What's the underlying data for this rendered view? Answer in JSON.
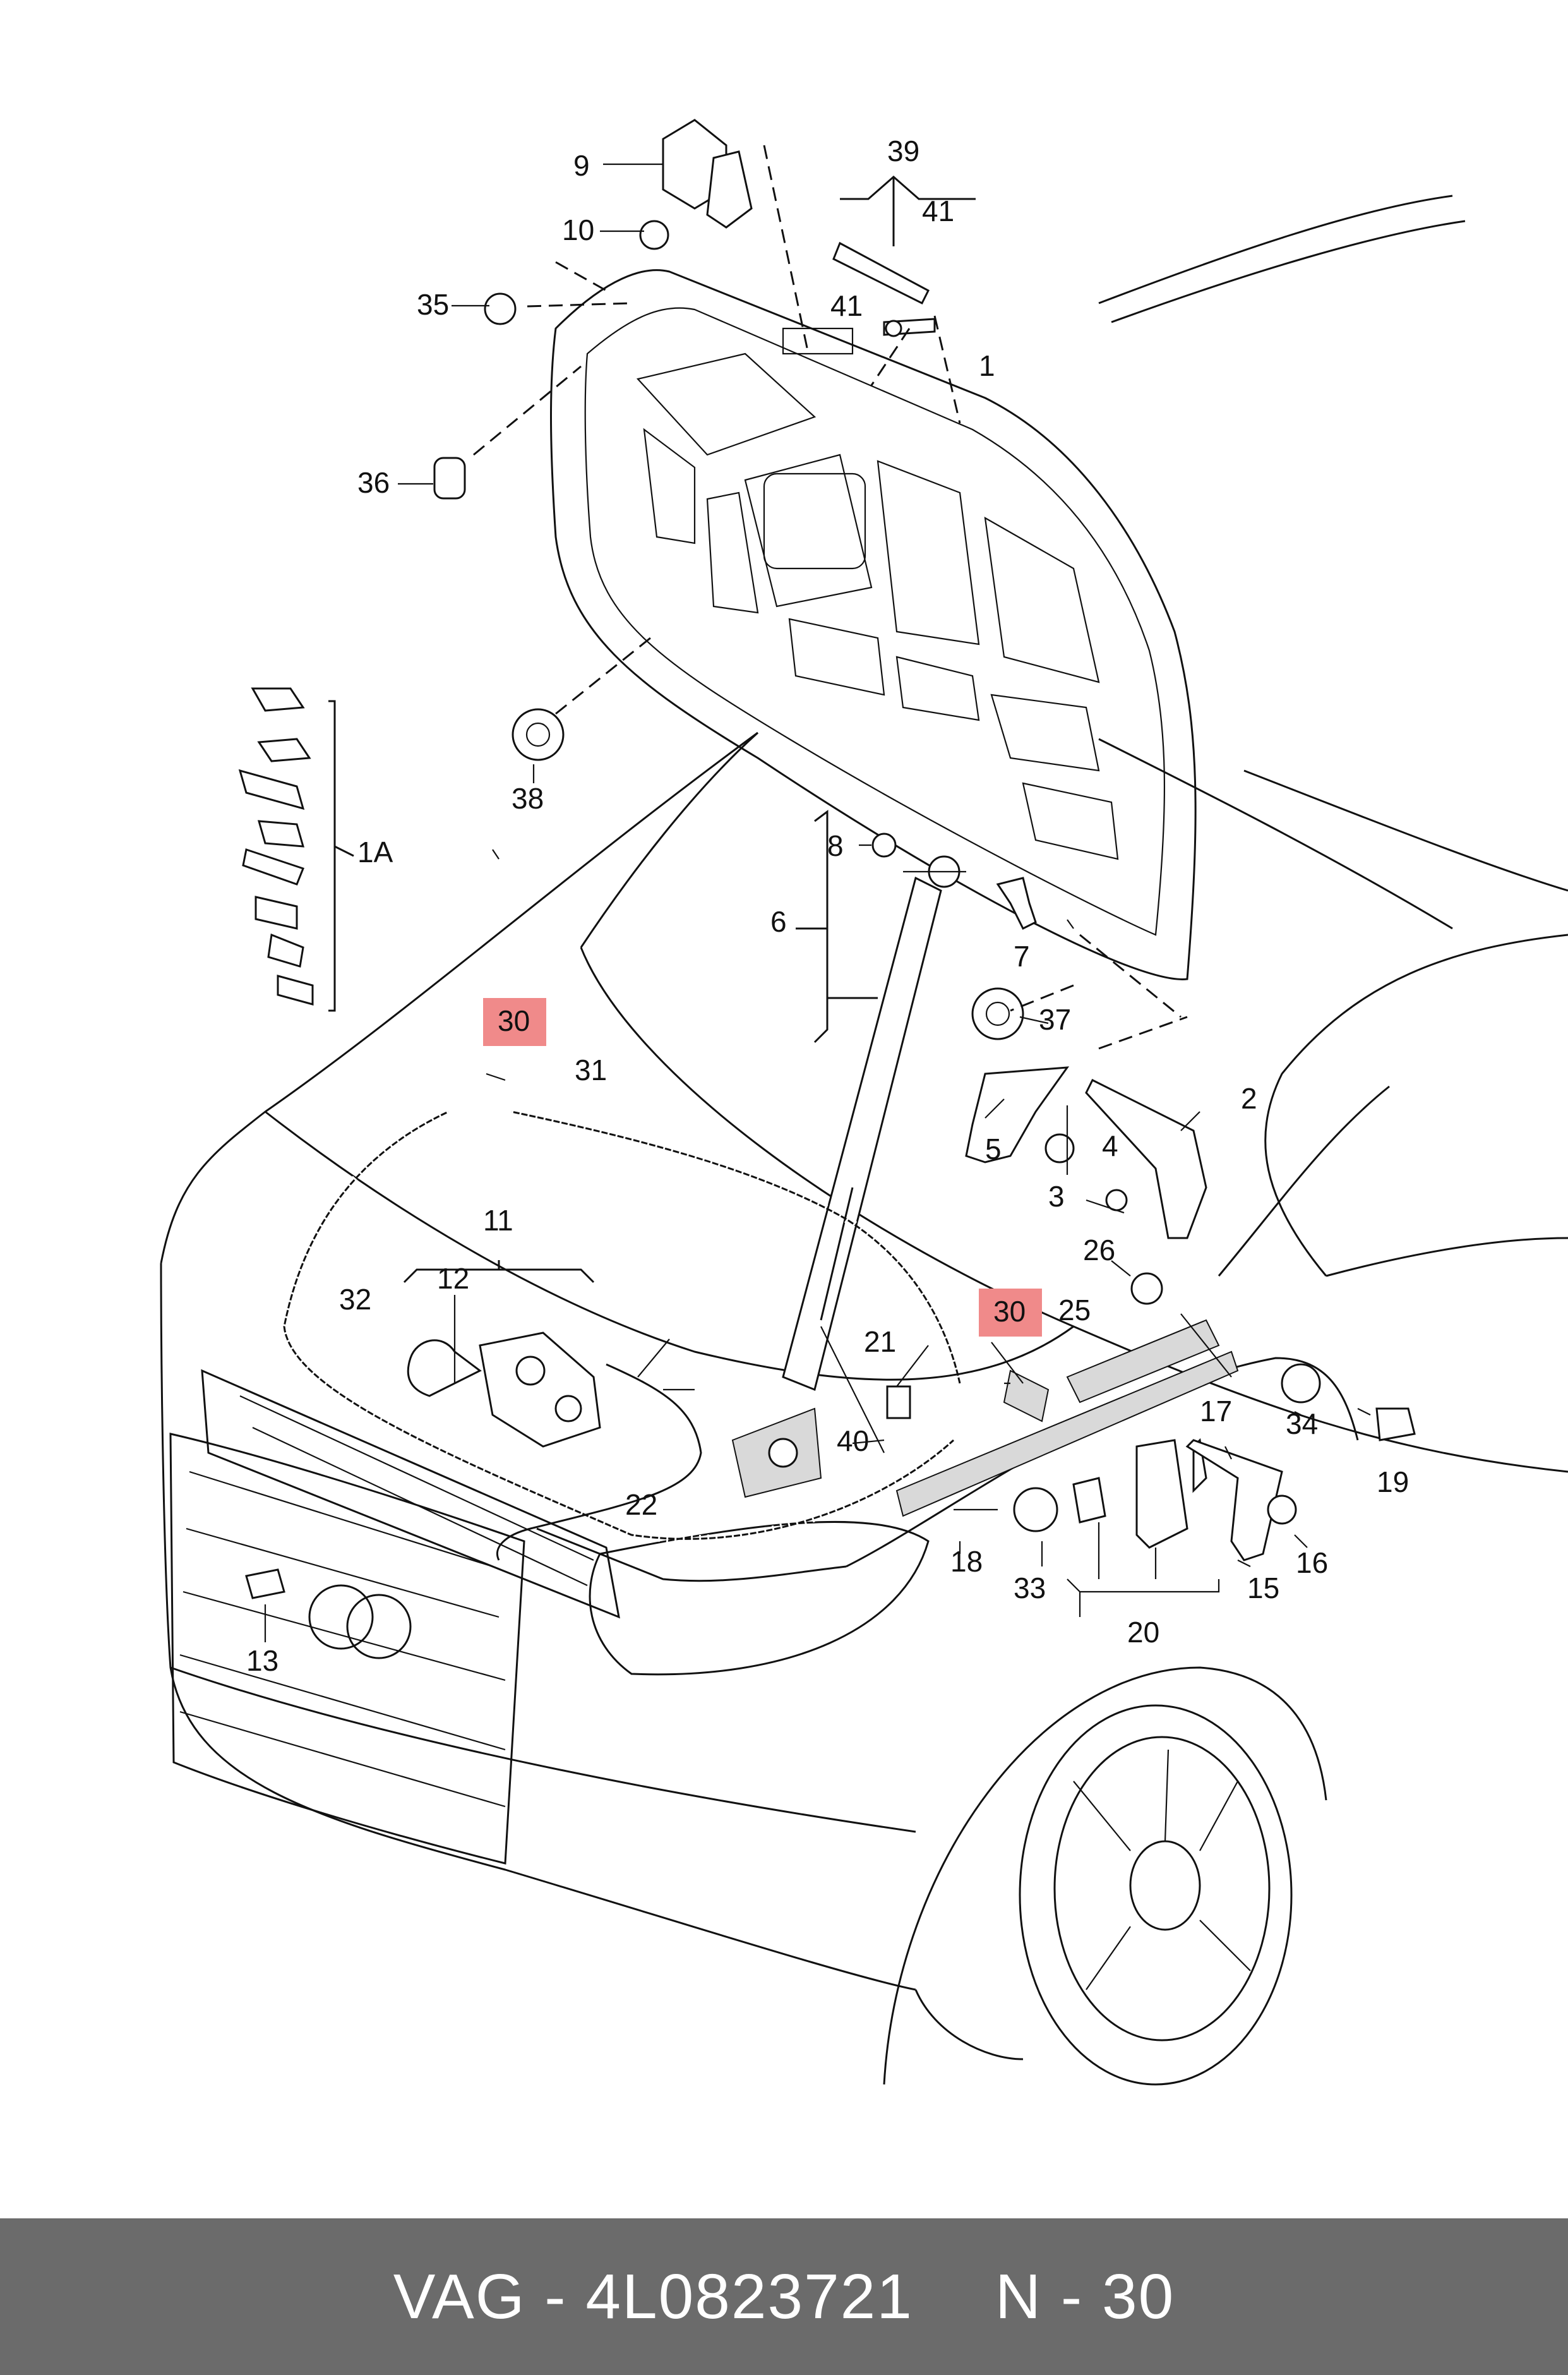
{
  "diagram": {
    "labels": [
      {
        "id": "9",
        "text": "9"
      },
      {
        "id": "10",
        "text": "10"
      },
      {
        "id": "35",
        "text": "35"
      },
      {
        "id": "36",
        "text": "36"
      },
      {
        "id": "38",
        "text": "38"
      },
      {
        "id": "39",
        "text": "39"
      },
      {
        "id": "41a",
        "text": "41"
      },
      {
        "id": "41b",
        "text": "41"
      },
      {
        "id": "1",
        "text": "1"
      },
      {
        "id": "1A",
        "text": "1A"
      },
      {
        "id": "8",
        "text": "8"
      },
      {
        "id": "6",
        "text": "6"
      },
      {
        "id": "7",
        "text": "7"
      },
      {
        "id": "37",
        "text": "37"
      },
      {
        "id": "2",
        "text": "2"
      },
      {
        "id": "5",
        "text": "5"
      },
      {
        "id": "4",
        "text": "4"
      },
      {
        "id": "3",
        "text": "3"
      },
      {
        "id": "30a",
        "text": "30"
      },
      {
        "id": "31",
        "text": "31"
      },
      {
        "id": "11",
        "text": "11"
      },
      {
        "id": "12",
        "text": "12"
      },
      {
        "id": "32",
        "text": "32"
      },
      {
        "id": "26",
        "text": "26"
      },
      {
        "id": "30b",
        "text": "30"
      },
      {
        "id": "25",
        "text": "25"
      },
      {
        "id": "21",
        "text": "21"
      },
      {
        "id": "34",
        "text": "34"
      },
      {
        "id": "17",
        "text": "17"
      },
      {
        "id": "19",
        "text": "19"
      },
      {
        "id": "40",
        "text": "40"
      },
      {
        "id": "22",
        "text": "22"
      },
      {
        "id": "18",
        "text": "18"
      },
      {
        "id": "33",
        "text": "33"
      },
      {
        "id": "16",
        "text": "16"
      },
      {
        "id": "15",
        "text": "15"
      },
      {
        "id": "20",
        "text": "20"
      },
      {
        "id": "13",
        "text": "13"
      }
    ],
    "highlight_color": "#f08a8a"
  },
  "footer": {
    "brand_part": "VAG - 4L0823721",
    "position_ref": "N - 30"
  }
}
